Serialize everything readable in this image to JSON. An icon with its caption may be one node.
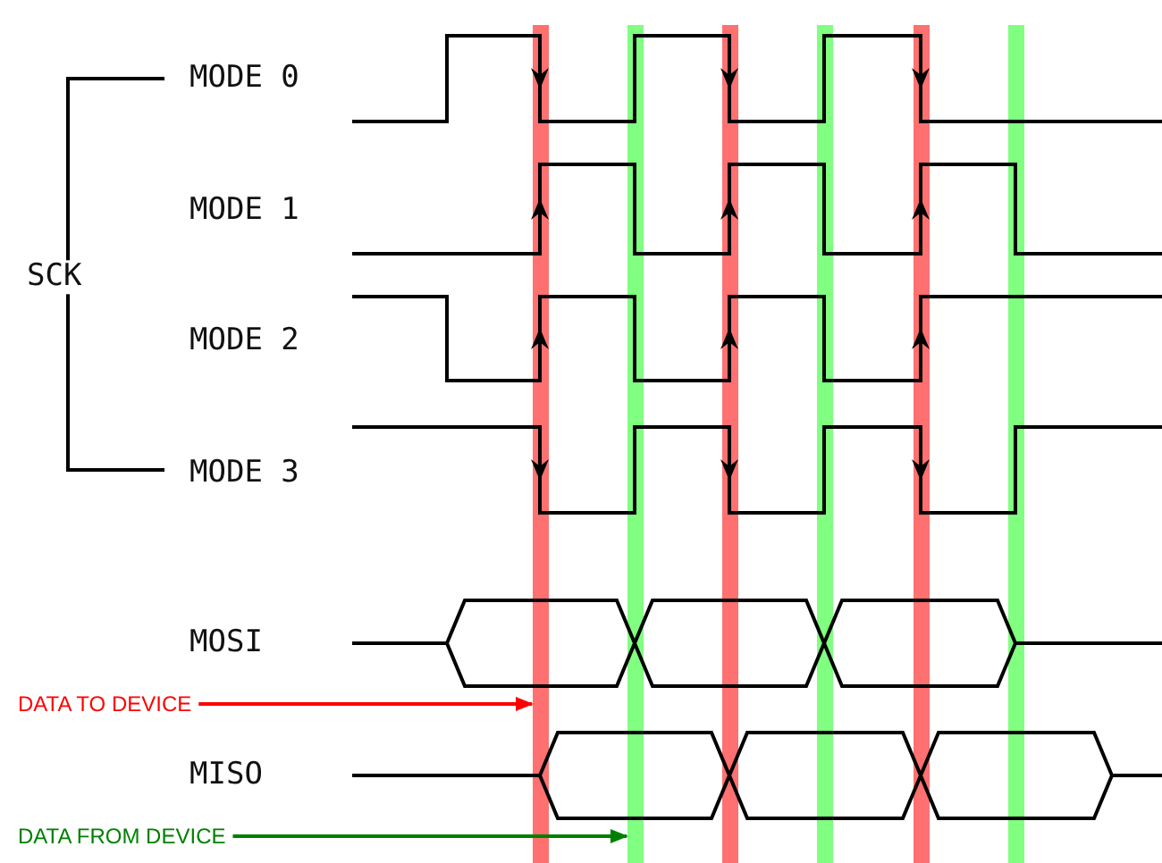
{
  "diagram": {
    "nodes": [
      {
        "text": [
          "DATA TO DEVICE"
        ]
      },
      {
        "text": [
          "DATA FROM DEVICE"
        ]
      },
      {
        "text": [],
        "shape": "bar"
      },
      {
        "text": [],
        "shape": "bar"
      },
      {
        "text": [],
        "shape": "bar"
      },
      {
        "text": [],
        "shape": "bar"
      },
      {
        "text": [],
        "shape": "bar"
      },
      {
        "text": [],
        "shape": "bar"
      }
    ],
    "edges": [
      {
        "from": 0,
        "to": 2,
        "arrow": "to",
        "color": "#ff0000"
      },
      {
        "from": 1,
        "to": 3,
        "arrow": "to",
        "color": "#008000"
      }
    ],
    "labels": [
      "SCK",
      "MODE 0",
      "MODE 1",
      "MODE 2",
      "MODE 3",
      "MOSI",
      "MISO"
    ]
  }
}
